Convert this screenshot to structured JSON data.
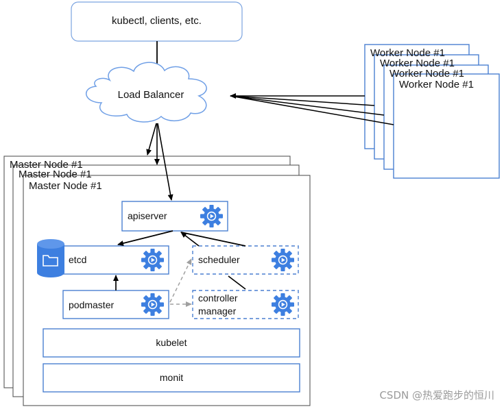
{
  "clients": {
    "label": "kubectl, clients, etc."
  },
  "load_balancer": {
    "label": "Load Balancer"
  },
  "worker_nodes": {
    "stack_labels": [
      "Worker Node #1",
      "Worker Node #1",
      "Worker Node #1"
    ],
    "front_label": "Worker Node #1"
  },
  "master_nodes": {
    "stack_labels": [
      "Master Node #1",
      "Master Node #1"
    ],
    "front_label": "Master Node #1"
  },
  "components": {
    "apiserver": "apiserver",
    "etcd": "etcd",
    "scheduler": "scheduler",
    "podmaster": "podmaster",
    "controller_manager_line1": "controller",
    "controller_manager_line2": "manager",
    "kubelet": "kubelet",
    "monit": "monit"
  },
  "watermark": "CSDN @热爱跑步的恒川",
  "colors": {
    "box_border": "#4a7fd1",
    "gear": "#3d7fe0",
    "etcd_db": "#3d7fe0",
    "dashed_arrow": "#a0a0a0",
    "clients_border": "#7aa3e0"
  },
  "icons": [
    "gear-play-icon",
    "database-folder-icon",
    "cloud-shape"
  ]
}
